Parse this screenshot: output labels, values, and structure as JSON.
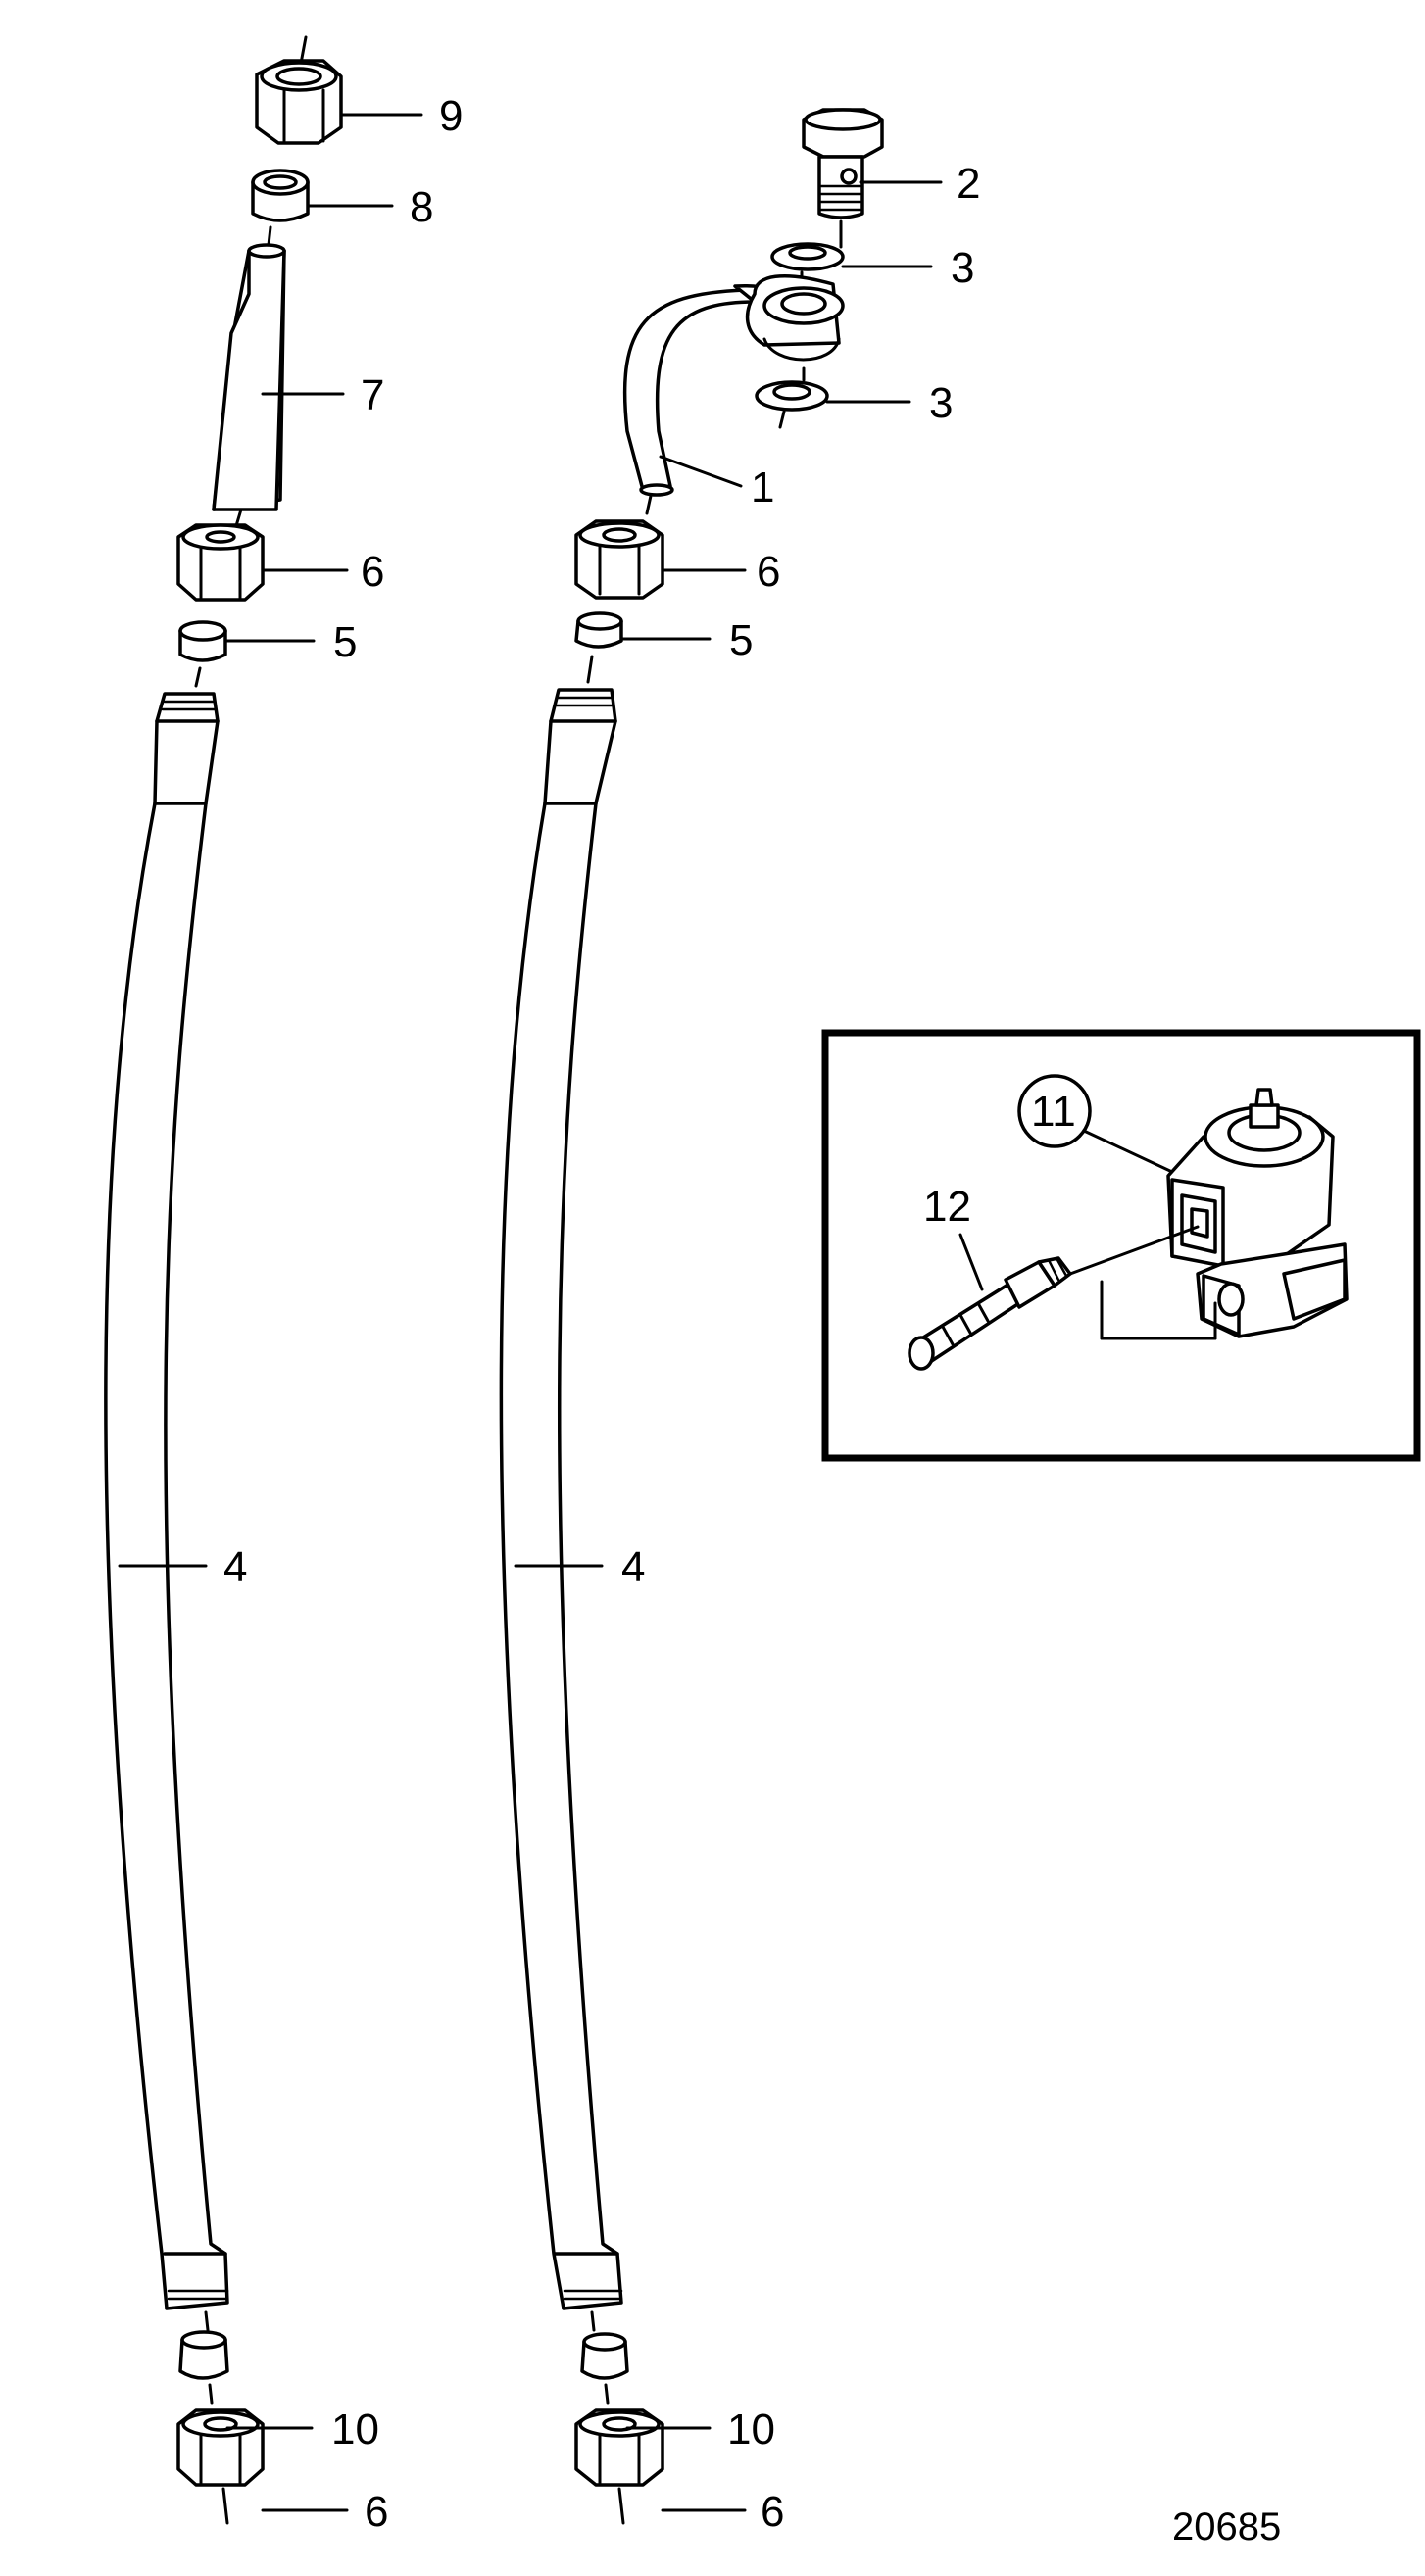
{
  "callouts": {
    "c9": "9",
    "c8": "8",
    "c7": "7",
    "c6a": "6",
    "c5a": "5",
    "c2": "2",
    "c3a": "3",
    "c3b": "3",
    "c1": "1",
    "c6b": "6",
    "c5b": "5",
    "c4a": "4",
    "c4b": "4",
    "c10a": "10",
    "c10b": "10",
    "c6c": "6",
    "c6d": "6"
  },
  "inset": {
    "c11": "11",
    "c12": "12"
  },
  "figure_id": "20685"
}
